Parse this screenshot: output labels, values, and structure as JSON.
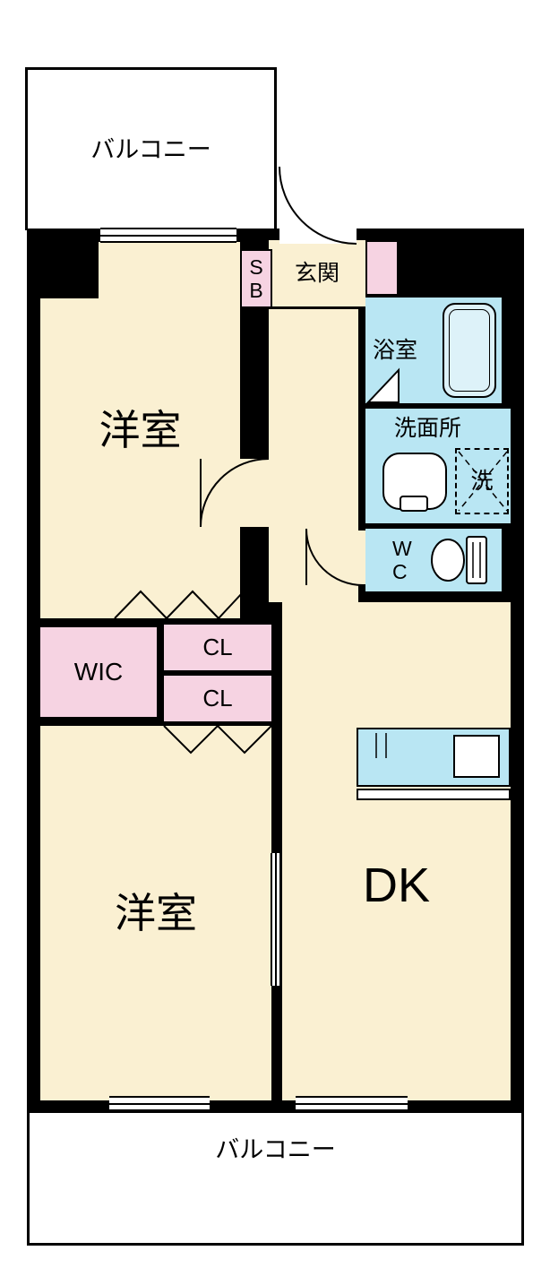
{
  "colors": {
    "wall": "#000000",
    "room_floor": "#faf0d2",
    "closet": "#f6d3e2",
    "wet_area": "#b9e6f3",
    "tub": "#ddf2f9",
    "fixture": "#ffffff"
  },
  "rooms": {
    "balcony_top": {
      "label": "バルコニー"
    },
    "western_room_1": {
      "label": "洋室"
    },
    "shoe_box": {
      "line1": "S",
      "line2": "B"
    },
    "genkan": {
      "label": "玄関"
    },
    "bathroom": {
      "label": "浴室"
    },
    "washroom": {
      "label": "洗面所"
    },
    "washer": {
      "label": "洗"
    },
    "wc": {
      "line1": "W",
      "line2": "C"
    },
    "wic": {
      "label": "WIC"
    },
    "closet_upper": {
      "label": "CL"
    },
    "closet_lower": {
      "label": "CL"
    },
    "western_room_2": {
      "label": "洋室"
    },
    "dk": {
      "label": "DK"
    },
    "balcony_bottom": {
      "label": "バルコニー"
    }
  }
}
